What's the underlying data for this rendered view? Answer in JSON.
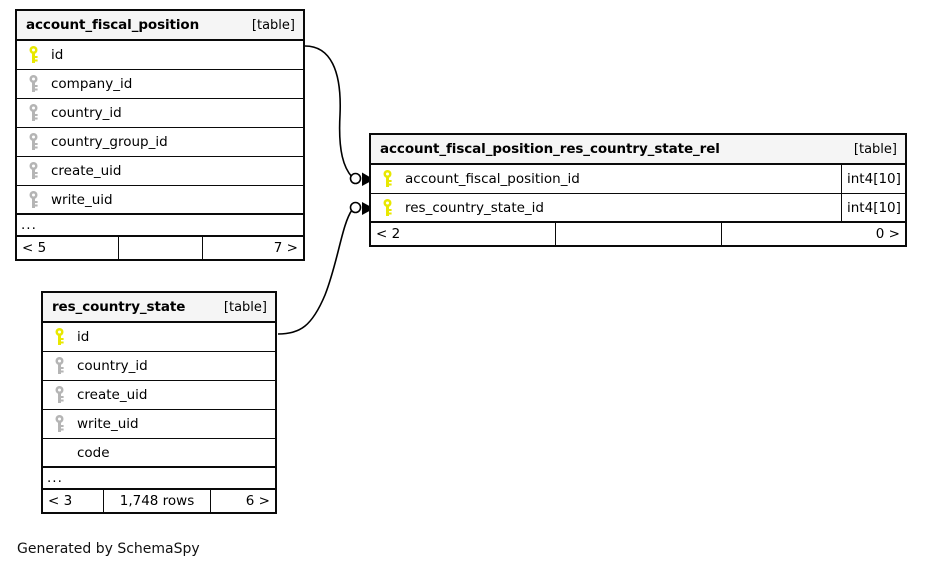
{
  "diagram": {
    "type": "entity-relationship",
    "notation": "crows-foot",
    "background": "#ffffff",
    "caption": "Generated by SchemaSpy",
    "table_tag": "[table]",
    "ellipsis": "...",
    "pk_color": "#e8e800",
    "fk_color": "#b5b5b5",
    "line_color": "#000000"
  },
  "tables": [
    {
      "id": "account_fiscal_position",
      "name": "account_fiscal_position",
      "tag": "[table]",
      "columns": [
        {
          "name": "id",
          "key": "primary",
          "type": ""
        },
        {
          "name": "company_id",
          "key": "foreign",
          "type": ""
        },
        {
          "name": "country_id",
          "key": "foreign",
          "type": ""
        },
        {
          "name": "country_group_id",
          "key": "foreign",
          "type": ""
        },
        {
          "name": "create_uid",
          "key": "foreign",
          "type": ""
        },
        {
          "name": "write_uid",
          "key": "foreign",
          "type": ""
        }
      ],
      "has_ellipsis": true,
      "footer": {
        "left": "< 5",
        "middle": "",
        "right": "7 >"
      }
    },
    {
      "id": "account_fiscal_position_res_country_state_rel",
      "name": "account_fiscal_position_res_country_state_rel",
      "tag": "[table]",
      "columns": [
        {
          "name": "account_fiscal_position_id",
          "key": "primary",
          "type": "int4[10]"
        },
        {
          "name": "res_country_state_id",
          "key": "primary",
          "type": "int4[10]"
        }
      ],
      "has_ellipsis": false,
      "footer": {
        "left": "< 2",
        "middle": "",
        "right": "0 >"
      }
    },
    {
      "id": "res_country_state",
      "name": "res_country_state",
      "tag": "[table]",
      "columns": [
        {
          "name": "id",
          "key": "primary",
          "type": ""
        },
        {
          "name": "country_id",
          "key": "foreign",
          "type": ""
        },
        {
          "name": "create_uid",
          "key": "foreign",
          "type": ""
        },
        {
          "name": "write_uid",
          "key": "foreign",
          "type": ""
        },
        {
          "name": "code",
          "key": "none",
          "type": ""
        }
      ],
      "has_ellipsis": true,
      "footer": {
        "left": "< 3",
        "middle": "1,748 rows",
        "right": "6 >"
      }
    }
  ],
  "relationships": [
    {
      "name": "account_fiscal_position-to-rel",
      "from_table": "account_fiscal_position",
      "from_column": "id",
      "to_table": "account_fiscal_position_res_country_state_rel",
      "to_column": "account_fiscal_position_id"
    },
    {
      "name": "res_country_state-to-rel",
      "from_table": "res_country_state",
      "from_column": "id",
      "to_table": "account_fiscal_position_res_country_state_rel",
      "to_column": "res_country_state_id"
    }
  ]
}
